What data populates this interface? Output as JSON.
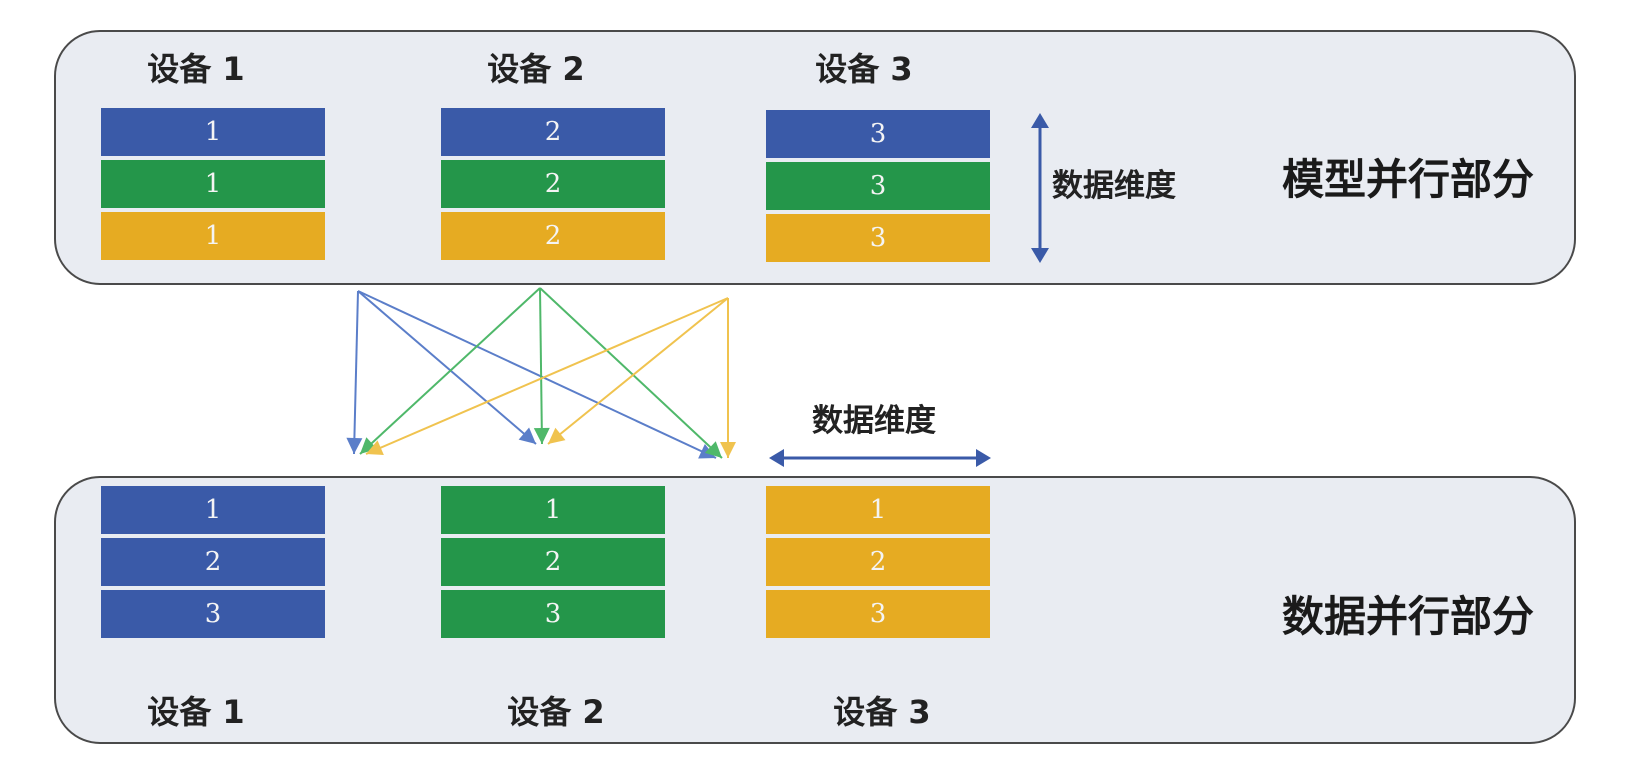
{
  "colors": {
    "blue": "#3a5aa8",
    "green": "#24964a",
    "yellow": "#e6ab22",
    "arrow_blue": "#5b7ec9",
    "arrow_green": "#4fb86a",
    "arrow_yellow": "#f0c34f"
  },
  "model_parallel": {
    "section_label": "模型并行部分",
    "dimension_label": "数据维度",
    "devices": [
      {
        "label": "设备 1",
        "rows": [
          "1",
          "1",
          "1"
        ],
        "row_colors": [
          "blue",
          "green",
          "yellow"
        ]
      },
      {
        "label": "设备 2",
        "rows": [
          "2",
          "2",
          "2"
        ],
        "row_colors": [
          "blue",
          "green",
          "yellow"
        ]
      },
      {
        "label": "设备 3",
        "rows": [
          "3",
          "3",
          "3"
        ],
        "row_colors": [
          "blue",
          "green",
          "yellow"
        ]
      }
    ]
  },
  "data_parallel": {
    "section_label": "数据并行部分",
    "dimension_label": "数据维度",
    "devices": [
      {
        "label": "设备 1",
        "rows": [
          "1",
          "2",
          "3"
        ],
        "row_colors": [
          "blue",
          "blue",
          "blue"
        ]
      },
      {
        "label": "设备 2",
        "rows": [
          "1",
          "2",
          "3"
        ],
        "row_colors": [
          "green",
          "green",
          "green"
        ]
      },
      {
        "label": "设备 3",
        "rows": [
          "1",
          "2",
          "3"
        ],
        "row_colors": [
          "yellow",
          "yellow",
          "yellow"
        ]
      }
    ]
  },
  "connections": [
    {
      "from": 1,
      "to": 1,
      "color": "arrow_blue"
    },
    {
      "from": 1,
      "to": 2,
      "color": "arrow_blue"
    },
    {
      "from": 1,
      "to": 3,
      "color": "arrow_blue"
    },
    {
      "from": 2,
      "to": 1,
      "color": "arrow_green"
    },
    {
      "from": 2,
      "to": 2,
      "color": "arrow_green"
    },
    {
      "from": 2,
      "to": 3,
      "color": "arrow_green"
    },
    {
      "from": 3,
      "to": 1,
      "color": "arrow_yellow"
    },
    {
      "from": 3,
      "to": 2,
      "color": "arrow_yellow"
    },
    {
      "from": 3,
      "to": 3,
      "color": "arrow_yellow"
    }
  ]
}
